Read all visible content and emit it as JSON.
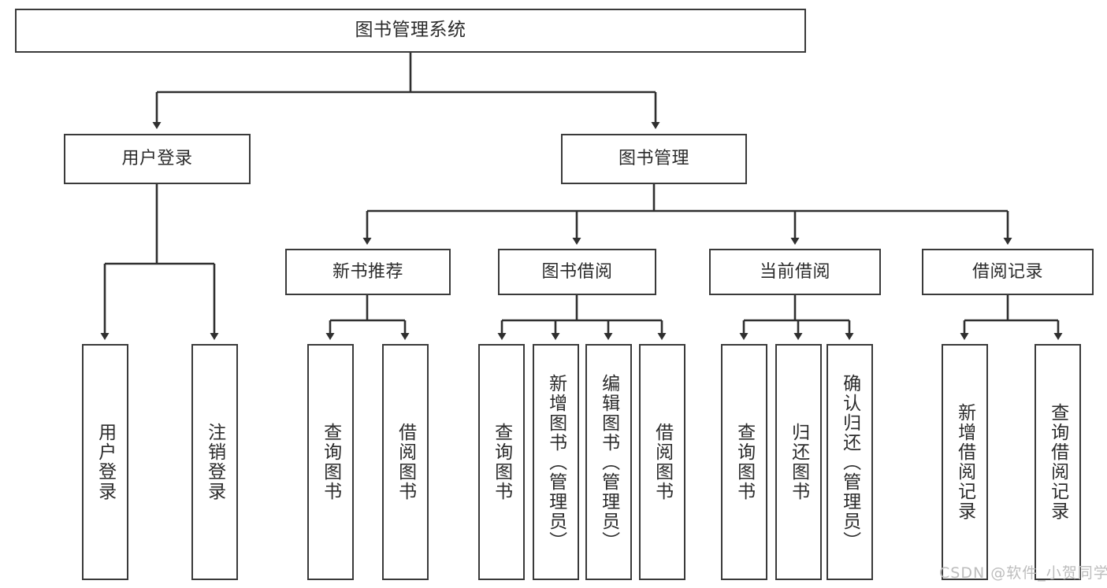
{
  "diagram": {
    "title": "图书管理系统",
    "type": "hierarchy-tree",
    "root": {
      "label": "图书管理系统"
    },
    "level1": [
      {
        "label": "用户登录"
      },
      {
        "label": "图书管理"
      }
    ],
    "level2": [
      {
        "label": "新书推荐"
      },
      {
        "label": "图书借阅"
      },
      {
        "label": "当前借阅"
      },
      {
        "label": "借阅记录"
      }
    ],
    "leaves_user_login": [
      {
        "label": "用户登录"
      },
      {
        "label": "注销登录"
      }
    ],
    "leaves_new_book": [
      {
        "label": "查询图书"
      },
      {
        "label": "借阅图书"
      }
    ],
    "leaves_borrow": [
      {
        "label": "查询图书"
      },
      {
        "label": "新增图书（管理员）"
      },
      {
        "label": "编辑图书（管理员）"
      },
      {
        "label": "借阅图书"
      }
    ],
    "leaves_current": [
      {
        "label": "查询图书"
      },
      {
        "label": "归还图书"
      },
      {
        "label": "确认归还（管理员）"
      }
    ],
    "leaves_records": [
      {
        "label": "新增借阅记录"
      },
      {
        "label": "查询借阅记录"
      }
    ]
  },
  "watermark": {
    "text": "CSDN @软件_小贺同学"
  },
  "colors": {
    "border": "#3a3a3a",
    "text": "#2b2b2b",
    "background": "#ffffff",
    "watermark": "#bdbdbd"
  }
}
